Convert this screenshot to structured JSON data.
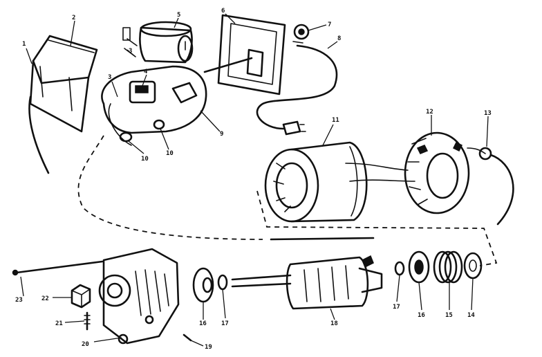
{
  "callouts": {
    "c1": "1",
    "c2": "2",
    "c3a": "3",
    "c3b": "3",
    "c4": "4",
    "c5": "5",
    "c6": "6",
    "c7": "7",
    "c8": "8",
    "c9": "9",
    "c10a": "10",
    "c10b": "10",
    "c11": "11",
    "c12": "12",
    "c13": "13",
    "c14": "14",
    "c15": "15",
    "c16a": "16",
    "c16b": "16",
    "c17a": "17",
    "c17b": "17",
    "c18": "18",
    "c19": "19",
    "c20": "20",
    "c21": "21",
    "c22": "22",
    "c23": "23"
  }
}
